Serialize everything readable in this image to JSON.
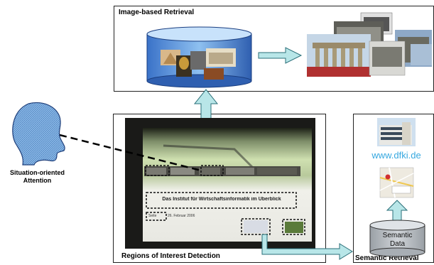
{
  "boxes": {
    "image_retrieval": {
      "title": "Image-based Retrieval"
    },
    "roi_detection": {
      "title": "Regions of Interest Detection"
    },
    "semantic_retrieval": {
      "title": "Semantic Retrieval"
    }
  },
  "user": {
    "label_line1": "Situation-oriented",
    "label_line2": "Attention"
  },
  "slide": {
    "headline": "Das Institut für Wirtschaftsinformatik im Überblick",
    "footer_left": "Seite",
    "footer_date": "26. Februar 2006"
  },
  "semantic": {
    "url": "www.dfki.de",
    "db_line1": "Semantic",
    "db_line2": "Data"
  },
  "colors": {
    "arrow_fill": "#b8e6e8",
    "arrow_stroke": "#2a6f78",
    "url_color": "#36a8e0",
    "db_fill": "#b9bec4",
    "head_fill": "#8ab8e6"
  }
}
